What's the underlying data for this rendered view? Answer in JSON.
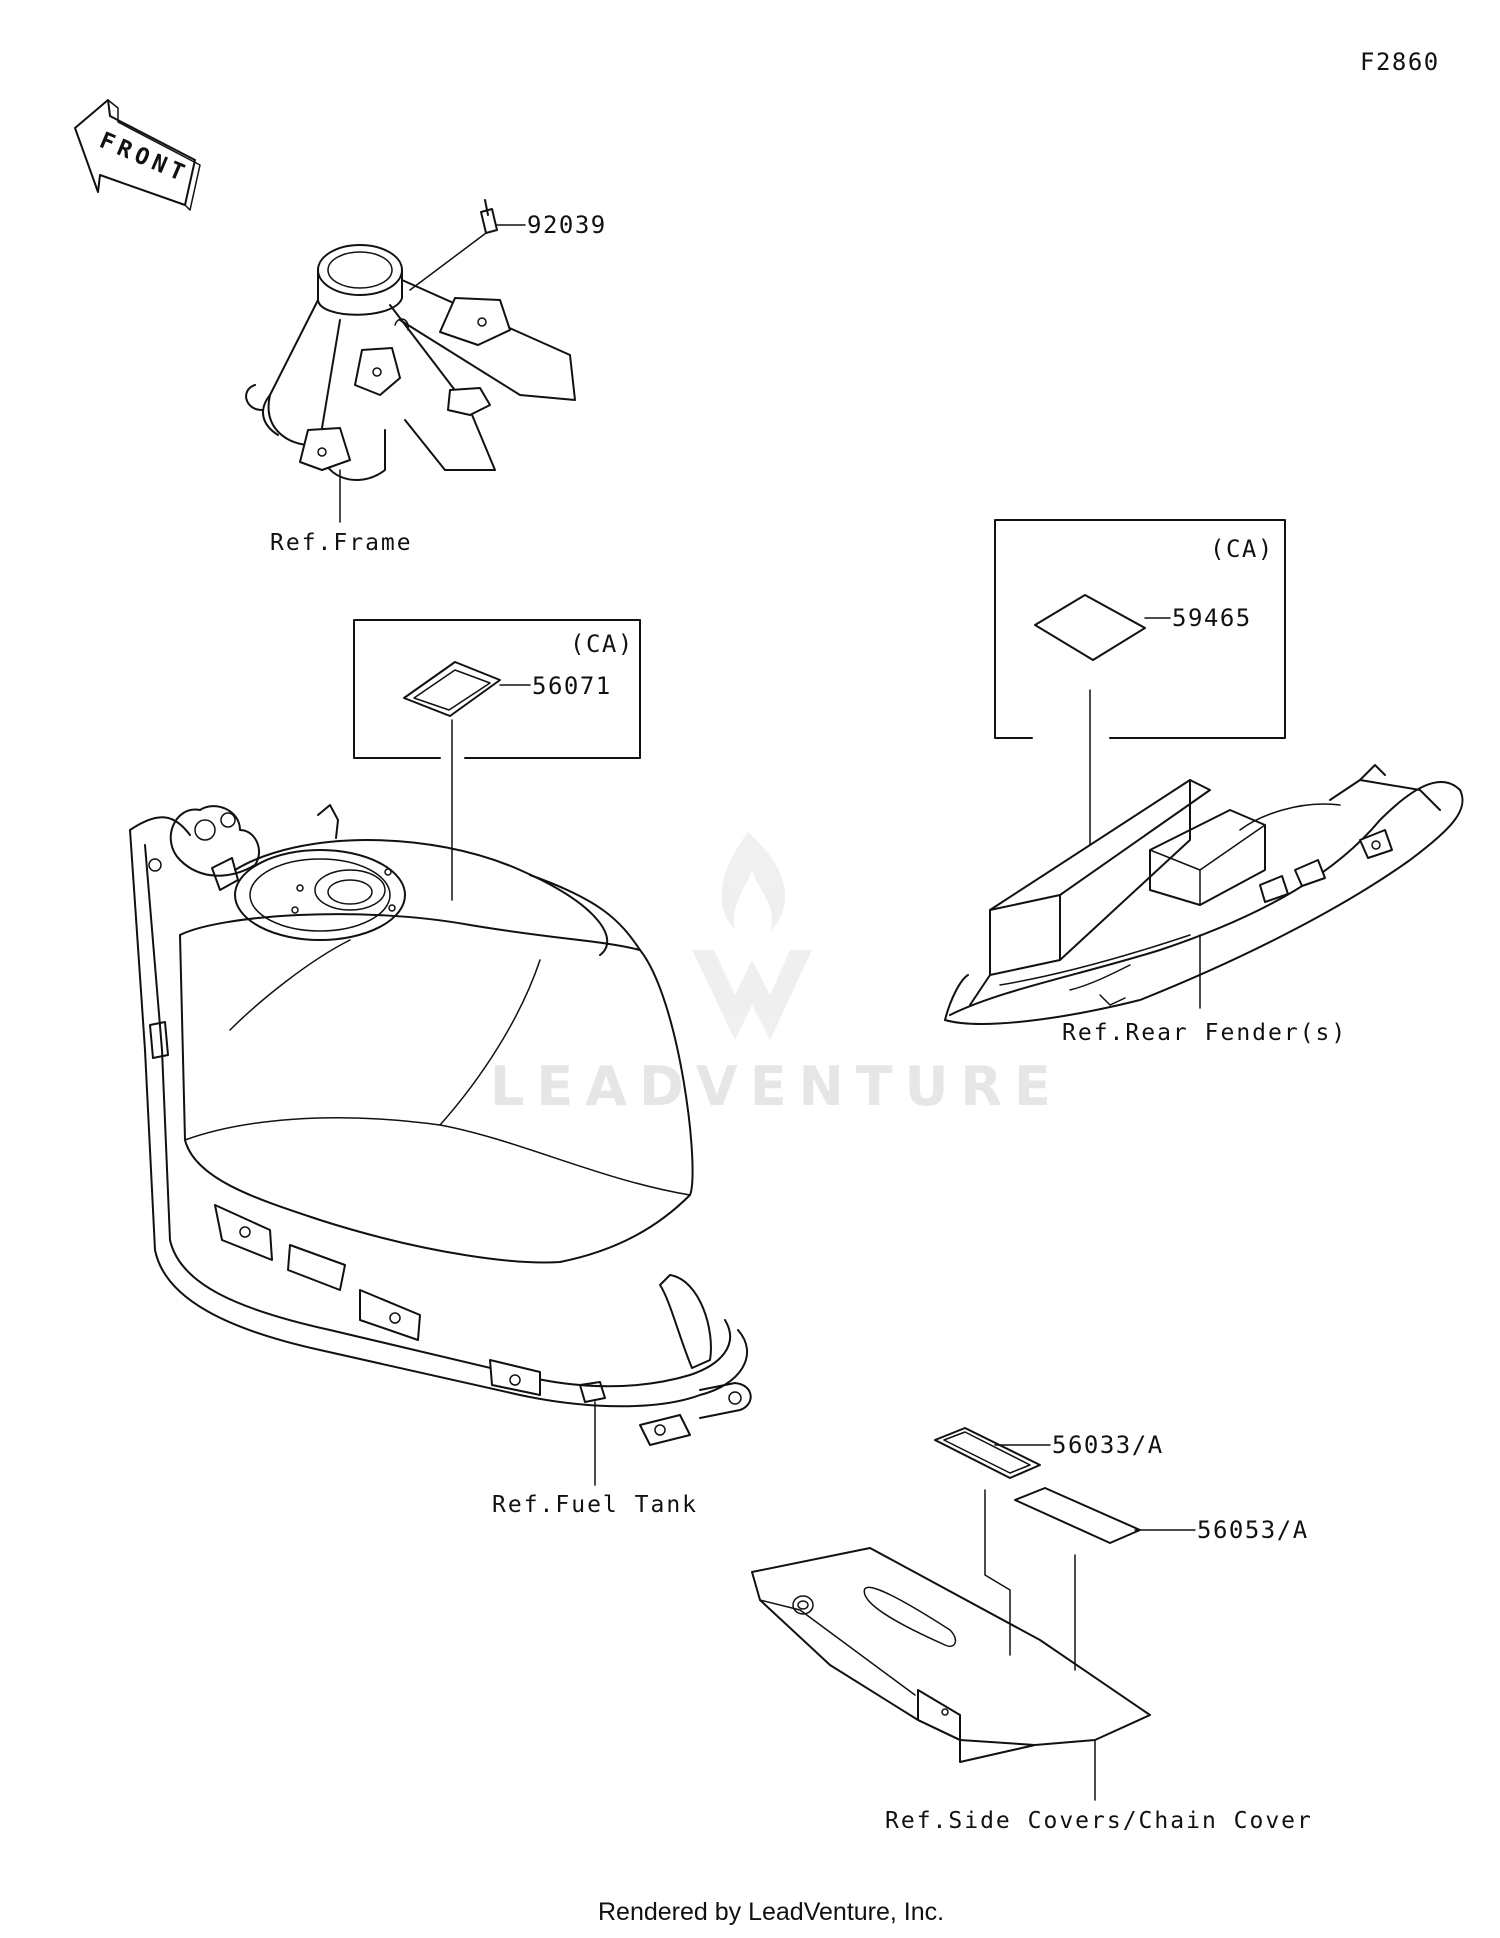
{
  "diagram": {
    "code": "F2860",
    "front_label": "FRONT",
    "callouts": {
      "part_92039": "92039",
      "part_56071": "56071",
      "part_59465": "59465",
      "part_56033a": "56033/A",
      "part_56053a": "56053/A"
    },
    "boxes": {
      "tank_box_region": "(CA)",
      "fender_box_region": "(CA)"
    },
    "references": {
      "frame": "Ref.Frame",
      "fuel_tank": "Ref.Fuel Tank",
      "rear_fender": "Ref.Rear Fender(s)",
      "side_covers": "Ref.Side Covers/Chain Cover"
    },
    "watermark": "LEADVENTURE",
    "footer": "Rendered by LeadVenture, Inc."
  },
  "colors": {
    "line": "#111111",
    "watermark": "#e6e6e6",
    "background": "#ffffff"
  }
}
